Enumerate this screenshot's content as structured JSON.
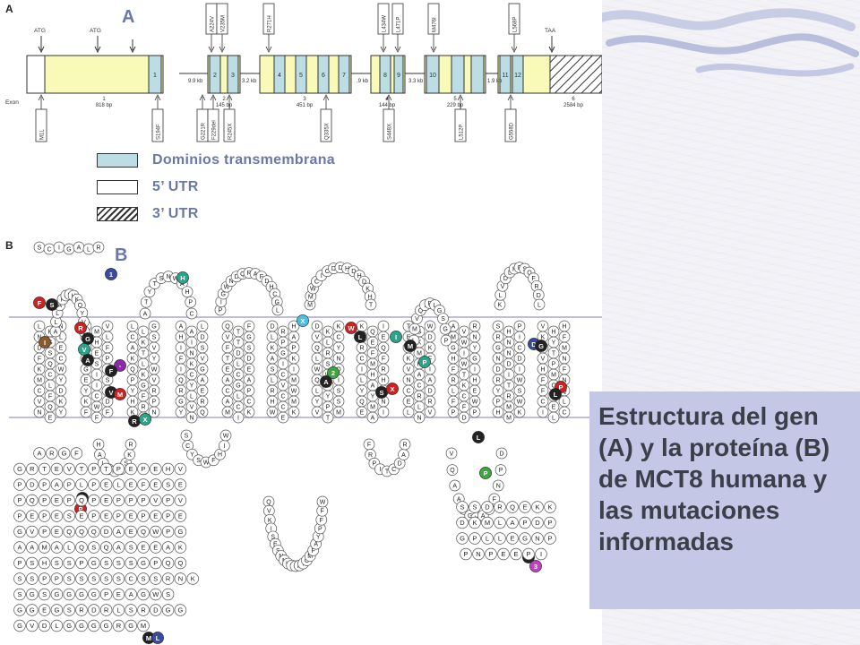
{
  "panel_a": {
    "label": "A",
    "atg_labels": [
      "ATG",
      "ATG"
    ],
    "taa_label": "TAA",
    "exon_label": "Exon",
    "top_mutations": [
      "A224V",
      "V235M",
      "R271H",
      "L434W",
      "L471P",
      "M476I",
      "L568P"
    ],
    "bottom_mutations": [
      "M1L",
      "S194F",
      "G221R",
      "F229del",
      "R245X",
      "Q335X",
      "S448X",
      "L512P",
      "G558D"
    ],
    "intron_sizes": [
      "9.9 kb",
      "3.2 kb",
      ".9 kb",
      "3.3 kb",
      "1.9 kb"
    ],
    "exon_info": [
      {
        "num": "1",
        "bp": "818 bp"
      },
      {
        "num": "2",
        "bp": "145 bp"
      },
      {
        "num": "3",
        "bp": "451 bp"
      },
      {
        "num": "4",
        "bp": "144 bp"
      },
      {
        "num": "5",
        "bp": "229 bp"
      },
      {
        "num": "6",
        "bp": "2584 bp"
      }
    ],
    "tm_numbers": [
      "1",
      "2",
      "3",
      "4",
      "5",
      "6",
      "7",
      "8",
      "9",
      "10",
      "11",
      "12"
    ]
  },
  "legend": {
    "items": [
      {
        "label": "Dominios transmembrana",
        "swatch": "transmembrane"
      },
      {
        "label": "5’ UTR",
        "swatch": "blank"
      },
      {
        "label": "3’ UTR",
        "swatch": "hatched"
      }
    ]
  },
  "panel_b": {
    "label_small": "B",
    "label": "B",
    "markers": [
      {
        "letter": "1",
        "color": "#3a4aa0"
      },
      {
        "letter": "H",
        "color": "#2aa58a"
      },
      {
        "letter": "F",
        "color": "#d02020"
      },
      {
        "letter": "S",
        "color": "#222222"
      },
      {
        "letter": "I",
        "color": "#8a5a2a"
      },
      {
        "letter": "R",
        "color": "#d02020"
      },
      {
        "letter": "G",
        "color": "#222222"
      },
      {
        "letter": "V",
        "color": "#2aa58a"
      },
      {
        "letter": "A",
        "color": "#222222"
      },
      {
        "letter": "-",
        "color": "#8a2aa8"
      },
      {
        "letter": "F",
        "color": "#222222"
      },
      {
        "letter": "V",
        "color": "#222222"
      },
      {
        "letter": "M",
        "color": "#d02020"
      },
      {
        "letter": "R",
        "color": "#222222"
      },
      {
        "letter": "X",
        "color": "#2aa58a"
      },
      {
        "letter": "X",
        "color": "#4ac0e0"
      },
      {
        "letter": "W",
        "color": "#d02020"
      },
      {
        "letter": "L",
        "color": "#222222"
      },
      {
        "letter": "2",
        "color": "#3aa83a"
      },
      {
        "letter": "A",
        "color": "#222222"
      },
      {
        "letter": "S",
        "color": "#222222"
      },
      {
        "letter": "X",
        "color": "#d02020"
      },
      {
        "letter": "I",
        "color": "#2aa58a"
      },
      {
        "letter": "M",
        "color": "#222222"
      },
      {
        "letter": "P",
        "color": "#2aa58a"
      },
      {
        "letter": "L",
        "color": "#222222"
      },
      {
        "letter": "P",
        "color": "#3aa83a"
      },
      {
        "letter": "D",
        "color": "#3a4aa0"
      },
      {
        "letter": "G",
        "color": "#222222"
      },
      {
        "letter": "P",
        "color": "#d02020"
      },
      {
        "letter": "L",
        "color": "#222222"
      },
      {
        "letter": "P",
        "color": "#d02020"
      },
      {
        "letter": "S",
        "color": "#222222"
      },
      {
        "letter": "P",
        "color": "#222222"
      },
      {
        "letter": "3",
        "color": "#c040c0"
      },
      {
        "letter": "M",
        "color": "#222222"
      },
      {
        "letter": "L",
        "color": "#3a4aa0"
      }
    ],
    "sequence_rows": [
      "ARGF",
      "GRTEVTPTPEPEHV",
      "PDPAPLPELEFESE",
      "PQPEPQPEPPPVPV",
      "PEPESEPEPEPEPE",
      "GVPEQQQDAEQWPG",
      "AAMALQSQASEEAK",
      "PSHSSPGSSSGPQQ",
      "SSPPSSSSSCSSRNK",
      "SGSGGGGPEAGWS",
      "GGEGSRDRLSRDGG",
      "GVDLGGGGRGM"
    ],
    "cterm_rows": [
      "SSDRQEKK",
      "DKMLAPDP",
      "GPLLEGNP",
      "PNPEEPI"
    ]
  },
  "caption": {
    "text": "Estructura del gen (A) y la proteína (B) de MCT8 humana y las mutaciones informadas"
  },
  "colors": {
    "accent": "#6a78a8",
    "caption_bg": "#c4c8e6",
    "caption_text": "#3a3f4a",
    "exon_yellow": "#fafab8",
    "tm_blue": "#bcdde4",
    "membrane_line": "#a8a8d0"
  }
}
